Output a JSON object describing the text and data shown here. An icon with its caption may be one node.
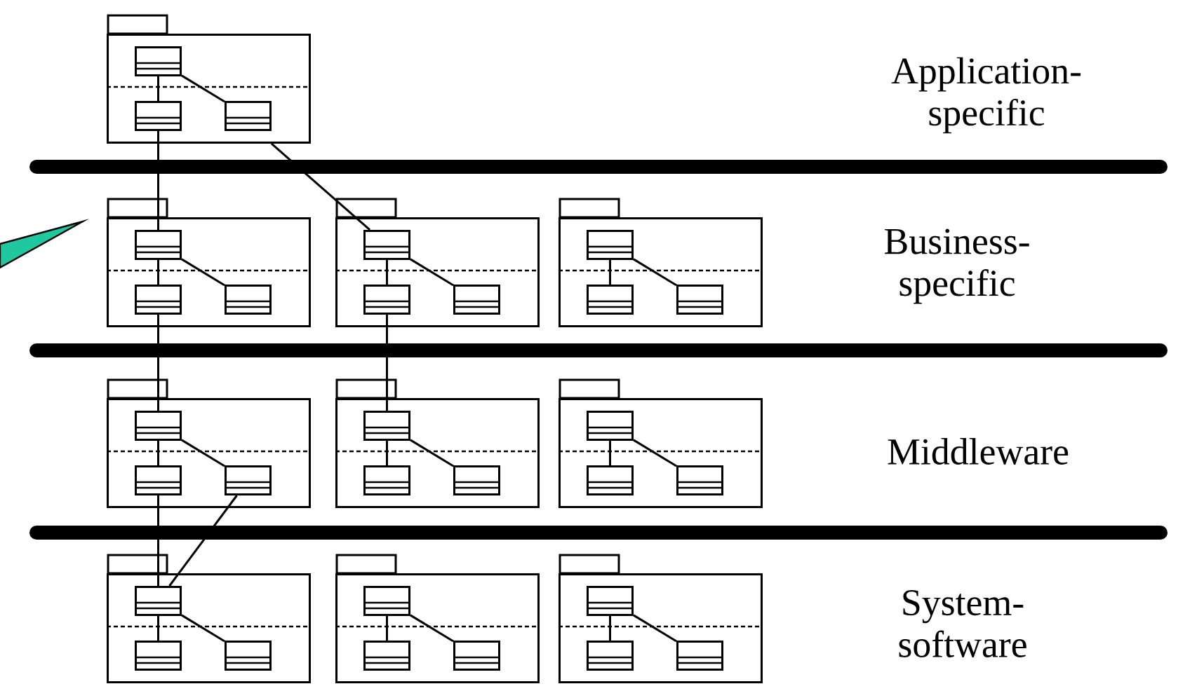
{
  "diagram": {
    "nodes": [
      {
        "text": [],
        "shape": "folder"
      },
      {
        "text": [],
        "shape": "box",
        "in": 0
      },
      {
        "text": [],
        "shape": "box",
        "in": 0
      },
      {
        "text": [],
        "shape": "box",
        "in": 0
      },
      {
        "text": [],
        "shape": "folder"
      },
      {
        "text": [],
        "shape": "box",
        "in": 4
      },
      {
        "text": [],
        "shape": "box",
        "in": 4
      },
      {
        "text": [],
        "shape": "box",
        "in": 4
      },
      {
        "text": [],
        "shape": "folder"
      },
      {
        "text": [],
        "shape": "box",
        "in": 8
      },
      {
        "text": [],
        "shape": "box",
        "in": 8
      },
      {
        "text": [],
        "shape": "box",
        "in": 8
      },
      {
        "text": [],
        "shape": "folder"
      },
      {
        "text": [],
        "shape": "box",
        "in": 12
      },
      {
        "text": [],
        "shape": "box",
        "in": 12
      },
      {
        "text": [],
        "shape": "box",
        "in": 12
      },
      {
        "text": [],
        "shape": "folder"
      },
      {
        "text": [],
        "shape": "box",
        "in": 16
      },
      {
        "text": [],
        "shape": "box",
        "in": 16
      },
      {
        "text": [],
        "shape": "box",
        "in": 16
      },
      {
        "text": [],
        "shape": "folder"
      },
      {
        "text": [],
        "shape": "box",
        "in": 20
      },
      {
        "text": [],
        "shape": "box",
        "in": 20
      },
      {
        "text": [],
        "shape": "box",
        "in": 20
      },
      {
        "text": [],
        "shape": "folder"
      },
      {
        "text": [],
        "shape": "box",
        "in": 24
      },
      {
        "text": [],
        "shape": "box",
        "in": 24
      },
      {
        "text": [],
        "shape": "box",
        "in": 24
      },
      {
        "text": [],
        "shape": "folder"
      },
      {
        "text": [],
        "shape": "box",
        "in": 28
      },
      {
        "text": [],
        "shape": "box",
        "in": 28
      },
      {
        "text": [],
        "shape": "box",
        "in": 28
      },
      {
        "text": [],
        "shape": "folder"
      },
      {
        "text": [],
        "shape": "box",
        "in": 32
      },
      {
        "text": [],
        "shape": "box",
        "in": 32
      },
      {
        "text": [],
        "shape": "box",
        "in": 32
      },
      {
        "text": [],
        "shape": "folder"
      },
      {
        "text": [],
        "shape": "box",
        "in": 36
      },
      {
        "text": [],
        "shape": "box",
        "in": 36
      },
      {
        "text": [],
        "shape": "box",
        "in": 36
      }
    ],
    "edges": [
      {
        "from": 1,
        "to": 2,
        "arrow": "none"
      },
      {
        "from": 1,
        "to": 3,
        "arrow": "none"
      },
      {
        "from": 2,
        "to": 5,
        "arrow": "none"
      },
      {
        "from": 0,
        "to": 9,
        "arrow": "none"
      },
      {
        "from": 5,
        "to": 6,
        "arrow": "none"
      },
      {
        "from": 5,
        "to": 7,
        "arrow": "none"
      },
      {
        "from": 9,
        "to": 10,
        "arrow": "none"
      },
      {
        "from": 9,
        "to": 11,
        "arrow": "none"
      },
      {
        "from": 13,
        "to": 14,
        "arrow": "none"
      },
      {
        "from": 13,
        "to": 15,
        "arrow": "none"
      },
      {
        "from": 6,
        "to": 17,
        "arrow": "none"
      },
      {
        "from": 10,
        "to": 21,
        "arrow": "none"
      },
      {
        "from": 17,
        "to": 18,
        "arrow": "none"
      },
      {
        "from": 17,
        "to": 19,
        "arrow": "none"
      },
      {
        "from": 21,
        "to": 22,
        "arrow": "none"
      },
      {
        "from": 21,
        "to": 23,
        "arrow": "none"
      },
      {
        "from": 25,
        "to": 26,
        "arrow": "none"
      },
      {
        "from": 25,
        "to": 27,
        "arrow": "none"
      },
      {
        "from": 18,
        "to": 29,
        "arrow": "none"
      },
      {
        "from": 19,
        "to": 29,
        "arrow": "none"
      },
      {
        "from": 29,
        "to": 30,
        "arrow": "none"
      },
      {
        "from": 29,
        "to": 31,
        "arrow": "none"
      },
      {
        "from": 33,
        "to": 34,
        "arrow": "none"
      },
      {
        "from": 33,
        "to": 35,
        "arrow": "none"
      },
      {
        "from": 37,
        "to": 38,
        "arrow": "none"
      },
      {
        "from": 37,
        "to": 39,
        "arrow": "none"
      }
    ],
    "labels": [
      "Application- specific",
      "Business- specific",
      "Middleware",
      "System- software"
    ]
  }
}
